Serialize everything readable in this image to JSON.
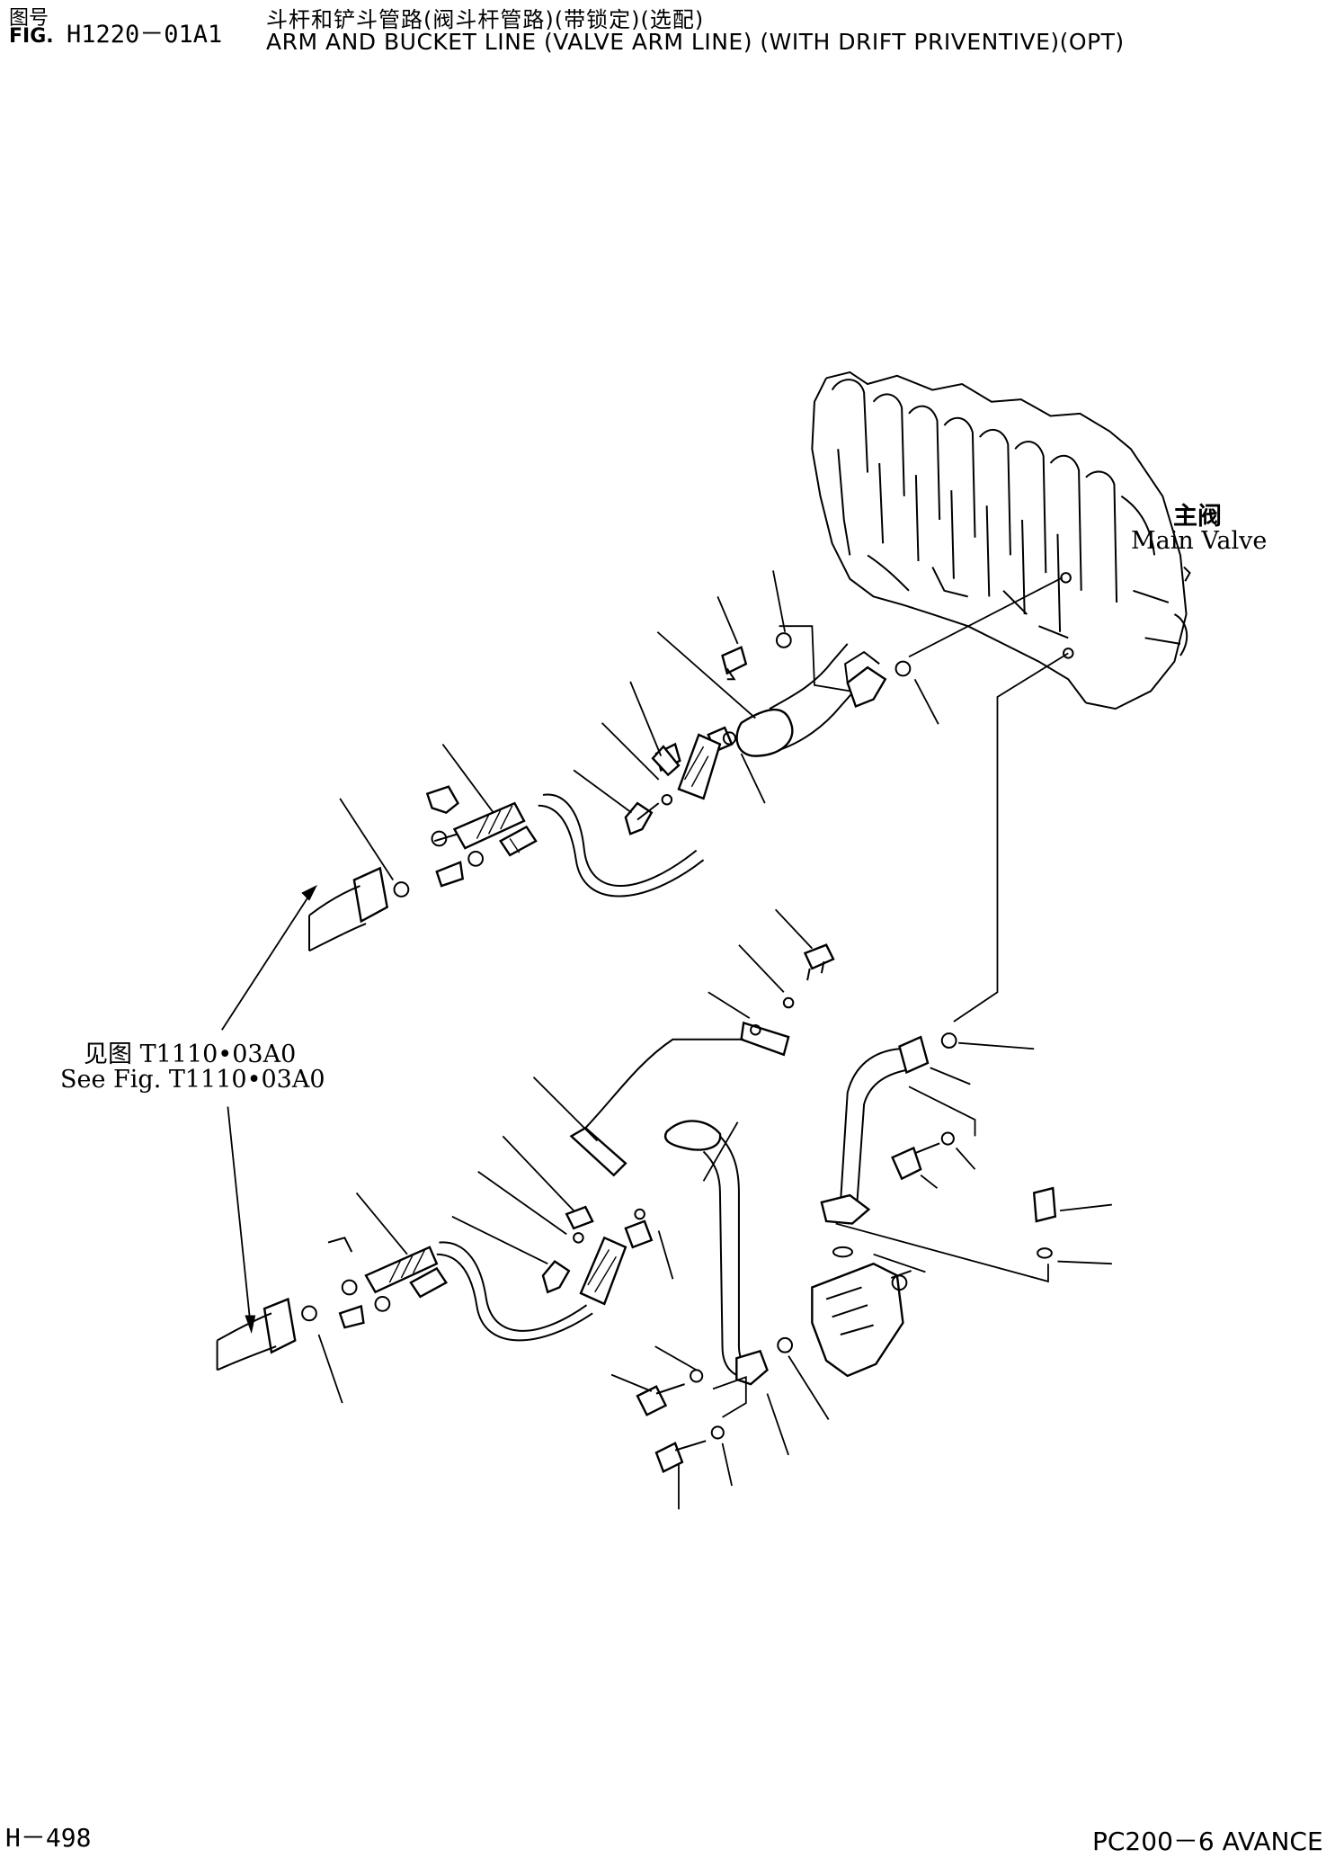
{
  "header": {
    "fig_label_zh": "图号",
    "fig_label_en": "FIG.",
    "fig_number": "H1220－01A1",
    "title_zh": "斗杆和铲斗管路(阀斗杆管路)(带锁定)(选配)",
    "title_en": "ARM AND BUCKET LINE (VALVE ARM LINE) (WITH DRIFT PRIVENTIVE)(OPT)"
  },
  "diagram": {
    "main_valve_zh": "主阀",
    "main_valve_en": "Main Valve",
    "see_fig_zh": "见图 T1110•03A0",
    "see_fig_en": "See Fig. T1110•03A0"
  },
  "footer": {
    "page_number": "H－498",
    "model": "PC200－6 AVANCE"
  }
}
